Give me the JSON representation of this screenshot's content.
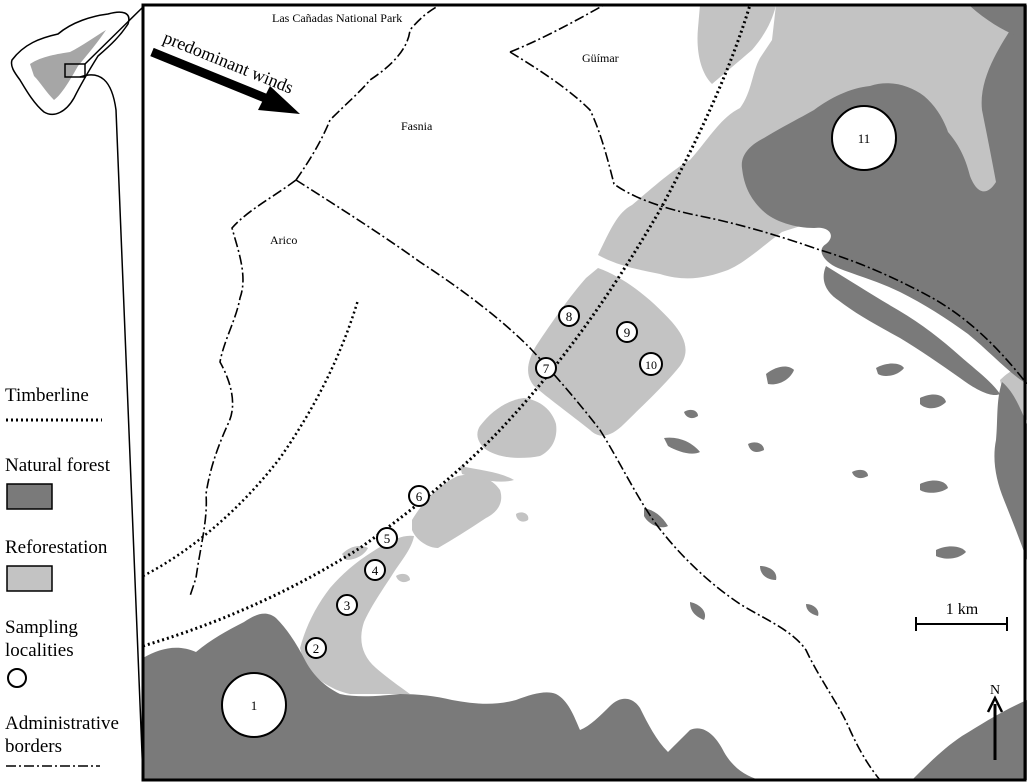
{
  "map": {
    "labels": {
      "park": "Las Cañadas National Park",
      "guimar": "Güímar",
      "fasnia": "Fasnia",
      "arico": "Arico"
    },
    "wind_label": "predominant winds",
    "scale_bar": "1 km",
    "north": "N",
    "localities": [
      "1",
      "2",
      "3",
      "4",
      "5",
      "6",
      "7",
      "8",
      "9",
      "10",
      "11"
    ],
    "colors": {
      "natural_forest": "#7a7a7a",
      "reforestation": "#c3c3c3",
      "background": "#ffffff"
    }
  },
  "legend": {
    "timberline": "Timberline",
    "natural_forest": "Natural forest",
    "reforestation": "Reforestation",
    "sampling": "Sampling\nlocalities",
    "admin": "Administrative\nborders"
  }
}
